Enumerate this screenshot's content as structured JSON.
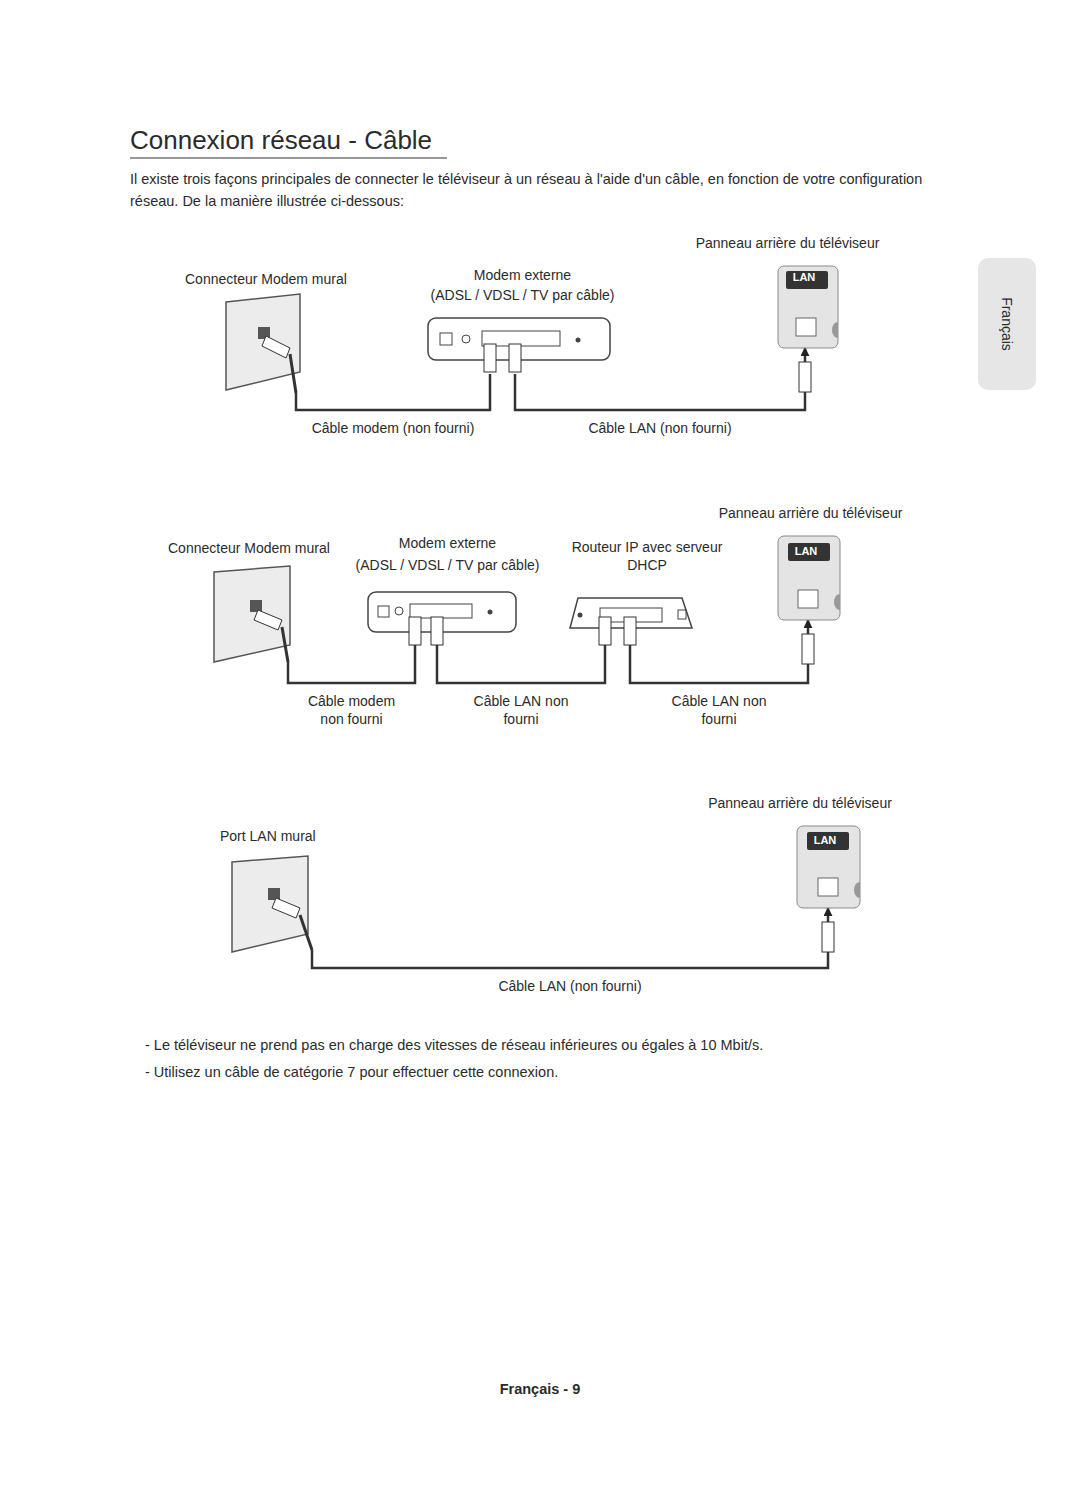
{
  "diagram": {
    "title": "Connexion réseau - Câble",
    "nodes": [
      {
        "text": [
          "Connecteur Modem mural"
        ]
      },
      {
        "text": [
          "Modem externe",
          "(ADSL / VDSL / TV par câble)"
        ]
      },
      {
        "text": [
          "Panneau arrière du téléviseur",
          "LAN"
        ]
      },
      {
        "text": [
          "Connecteur Modem mural"
        ]
      },
      {
        "text": [
          "Modem externe",
          "(ADSL / VDSL / TV par câble)"
        ]
      },
      {
        "text": [
          "Routeur IP avec serveur DHCP"
        ]
      },
      {
        "text": [
          "Panneau arrière du téléviseur",
          "LAN"
        ]
      },
      {
        "text": [
          "Port LAN mural"
        ]
      },
      {
        "text": [
          "Panneau arrière du téléviseur",
          "LAN"
        ]
      }
    ],
    "edges": [
      {
        "from": 0,
        "to": 1,
        "arrow": "none",
        "label": "Câble modem (non fourni)"
      },
      {
        "from": 1,
        "to": 2,
        "arrow": "to",
        "label": "Câble LAN (non fourni)"
      },
      {
        "from": 3,
        "to": 4,
        "arrow": "none",
        "label": "Câble modem non fourni"
      },
      {
        "from": 4,
        "to": 5,
        "arrow": "none",
        "label": "Câble LAN non fourni"
      },
      {
        "from": 5,
        "to": 6,
        "arrow": "to",
        "label": "Câble LAN non fourni"
      },
      {
        "from": 7,
        "to": 8,
        "arrow": "to",
        "label": "Câble LAN (non fourni)"
      }
    ],
    "labels": [
      "Il existe trois façons principales de connecter le téléviseur à un réseau à l'aide d'un câble, en fonction de votre configuration réseau. De la manière illustrée ci-dessous:",
      "- Le téléviseur ne prend pas en charge des vitesses de réseau inférieures ou égales à 10 Mbit/s.",
      "- Utilisez un câble de catégorie 7 pour effectuer cette connexion.",
      "Français",
      "Français - 9"
    ]
  }
}
